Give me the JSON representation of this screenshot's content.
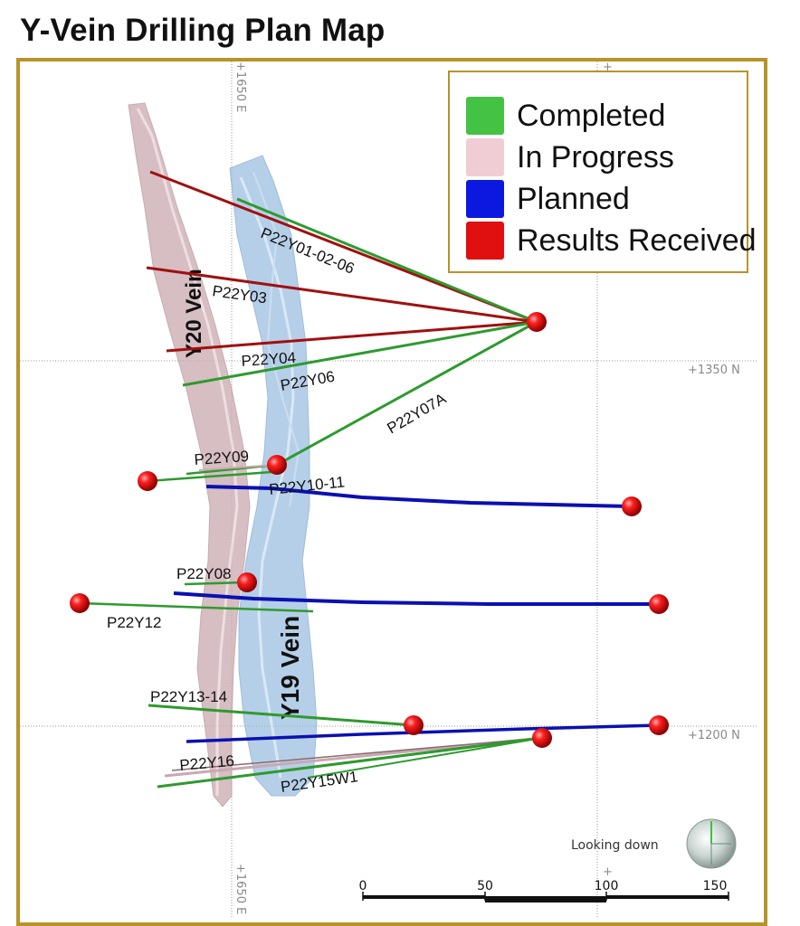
{
  "title": "Y-Vein Drilling Plan Map",
  "legend": {
    "items": [
      {
        "label": "Completed",
        "color": "#44c244"
      },
      {
        "label": "In Progress",
        "color": "#f0cdd5"
      },
      {
        "label": "Planned",
        "color": "#0a18e0"
      },
      {
        "label": "Results Received",
        "color": "#e01010"
      }
    ]
  },
  "grid_labels": {
    "e_top": "+1650 E",
    "e_bottom": "+1650 E",
    "n_1350": "+1350 N",
    "n_1200": "+1200 N",
    "plus_top": "+",
    "plus_bottom": "+"
  },
  "veins": {
    "y20": "Y20 Vein",
    "y19": "Y19 Vein"
  },
  "holes": {
    "p22y01": "P22Y01-02-06",
    "p22y03": "P22Y03",
    "p22y04": "P22Y04",
    "p22y06": "P22Y06",
    "p22y07a": "P22Y07A",
    "p22y09": "P22Y09",
    "p22y10": "P22Y10-11",
    "p22y08": "P22Y08",
    "p22y12": "P22Y12",
    "p22y13": "P22Y13-14",
    "p22y16": "P22Y16",
    "p22y15": "P22Y15W1"
  },
  "scale_bar": {
    "ticks": [
      "0",
      "50",
      "100",
      "150"
    ]
  },
  "orientation": {
    "label": "Looking down"
  },
  "colors": {
    "completed": "#2e9a2e",
    "results": "#a01010",
    "planned": "#0a10b0",
    "frame": "#b8932a"
  }
}
